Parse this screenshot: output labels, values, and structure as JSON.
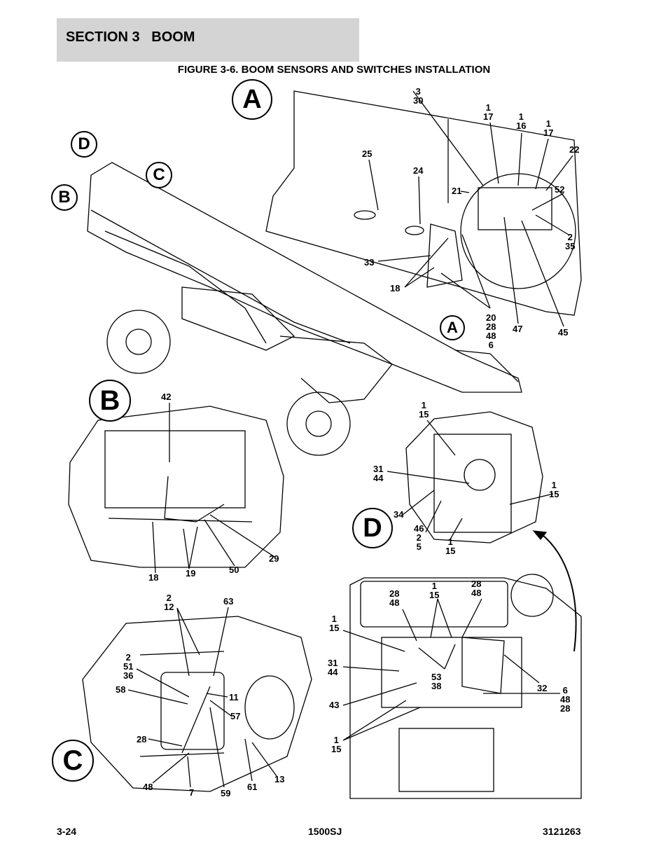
{
  "header": {
    "section": "SECTION 3   BOOM"
  },
  "figure": {
    "title": "FIGURE 3-6. BOOM SENSORS AND SWITCHES INSTALLATION"
  },
  "detail_letters": [
    "A",
    "D",
    "C",
    "B",
    "A",
    "B",
    "D",
    "C"
  ],
  "callouts": [
    "3\n30",
    "1\n17",
    "1\n16",
    "1\n17",
    "22",
    "25",
    "24",
    "21",
    "52",
    "2\n35",
    "33",
    "18",
    "20\n28\n48\n6",
    "47",
    "45",
    "42",
    "18",
    "19",
    "50",
    "29",
    "1\n15",
    "31\n44",
    "1\n15",
    "34",
    "46\n2\n5",
    "1\n15",
    "2\n12",
    "63",
    "2\n51\n36",
    "58",
    "11",
    "57",
    "28",
    "48",
    "7",
    "59",
    "61",
    "13",
    "28\n48",
    "1\n15",
    "28\n48",
    "1\n15",
    "31\n44",
    "53\n38",
    "32",
    "6\n48\n28",
    "43",
    "1\n15"
  ],
  "footer": {
    "page": "3-24",
    "model": "1500SJ",
    "doc_number": "3121263"
  }
}
